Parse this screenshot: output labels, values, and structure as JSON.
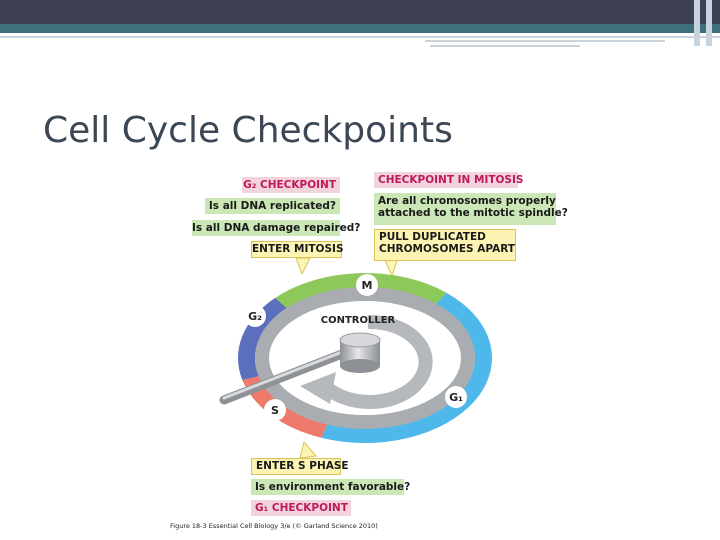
{
  "slide": {
    "title": "Cell Cycle Checkpoints"
  },
  "g2": {
    "heading": "G₂ CHECKPOINT",
    "q1": "Is all DNA replicated?",
    "q2": "Is all DNA damage repaired?",
    "action": "ENTER MITOSIS"
  },
  "mitosis": {
    "heading": "CHECKPOINT IN MITOSIS",
    "q1": "Are all chromosomes properly",
    "q2": "attached to the mitotic spindle?",
    "action1": "PULL DUPLICATED",
    "action2": "CHROMOSOMES APART"
  },
  "g1": {
    "action": "ENTER S PHASE",
    "q1": "Is environment favorable?",
    "heading": "G₁ CHECKPOINT"
  },
  "cycle": {
    "center_label": "CONTROLLER",
    "phases": {
      "m": "M",
      "g2": "G₂",
      "s": "S",
      "g1": "G₁"
    },
    "colors": {
      "m": "#8cc85a",
      "g2": "#5b6fbd",
      "s": "#ef7a6b",
      "g1": "#4fb8ea",
      "inner": "#a9acb0"
    }
  },
  "caption": "Figure 18-3 Essential Cell Biology 3/e (© Garland Science 2010)",
  "colors": {
    "topbar": "#3d3f52",
    "accent": "#3f6f7a",
    "title": "#3b4754"
  }
}
